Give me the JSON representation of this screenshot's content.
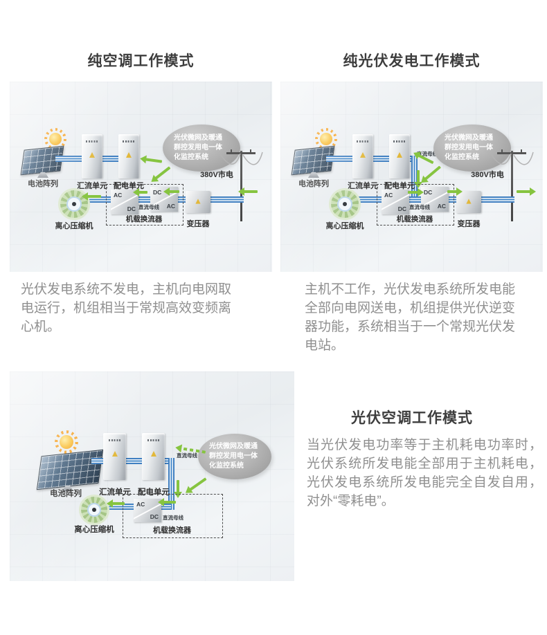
{
  "sections": {
    "pure_ac": {
      "title": "纯空调工作模式",
      "description": "光伏发电系统不发电，主机向电网取电运行，机组相当于常规高效变频离心机。"
    },
    "pure_pv": {
      "title": "纯光伏发电工作模式",
      "description": "主机不工作，光伏发电系统所发电能全部向电网送电，机组提供光伏逆变器功能，系统相当于一个常规光伏发电站。"
    },
    "pv_ac": {
      "title": "光伏空调工作模式",
      "description": "当光伏发电功率等于主机耗电功率时，光伏系统所发电能全部用于主机耗电，光伏发电系统所发电能完全自发自用，对外“零耗电”。"
    }
  },
  "labels": {
    "battery_array": "电池阵列",
    "combiner_unit": "汇流单元",
    "distribution_unit": "配电单元",
    "grid": "380V市电",
    "compressor": "离心压缩机",
    "converter": "机载换流器",
    "transformer": "变压器",
    "dc_bus": "直流母线",
    "ac": "AC",
    "dc": "DC",
    "cloud_line1": "光伏微网及暖通",
    "cloud_line2": "群控发用电一体",
    "cloud_line3": "化监控系统"
  },
  "colors": {
    "arrow_green": "#86c440",
    "bus_blue": "#3f7fc1",
    "cloud_gray": "#a8a8a8",
    "warning_yellow": "#e2b83a",
    "panel_bg": "#eef1f4",
    "title_text": "#3d3d3d",
    "body_text": "#8f8f8f"
  }
}
